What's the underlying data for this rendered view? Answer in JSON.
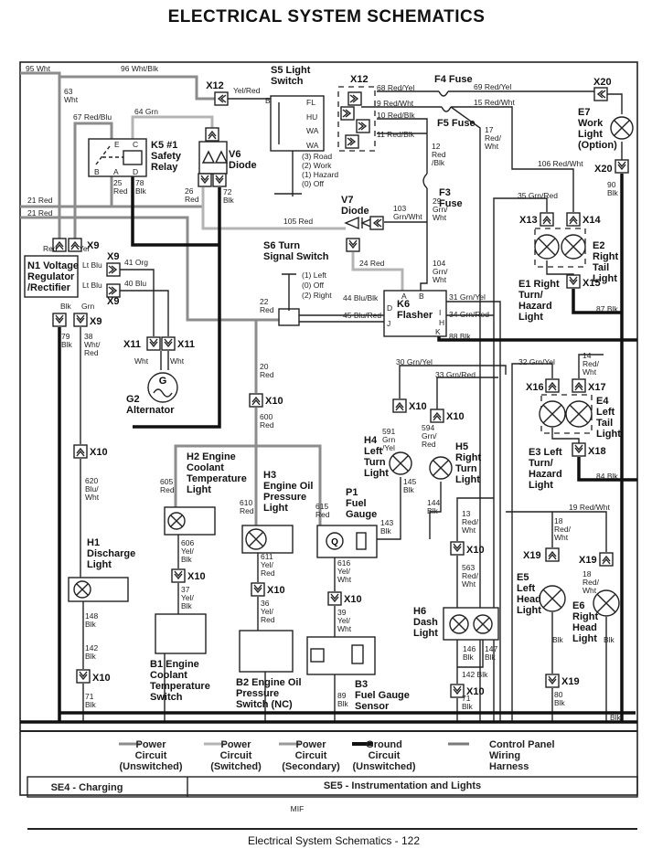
{
  "title": "ELECTRICAL   SYSTEM SCHEMATICS",
  "footer": "Electrical   System Schematics  - 122",
  "mif": "MIF",
  "sections": [
    "SE4 - Charging",
    "SE5 - Instrumentation and Lights"
  ],
  "legend": [
    {
      "lines": [
        "Power",
        "Circuit",
        "(Unswitched)"
      ],
      "color": "#8c8c8c"
    },
    {
      "lines": [
        "Power",
        "Circuit",
        "(Switched)"
      ],
      "color": "#b4b4b4"
    },
    {
      "lines": [
        "Power",
        "Circuit",
        "(Secondary)"
      ],
      "color": "#9a9a9a"
    },
    {
      "lines": [
        "Ground",
        "Circuit",
        "(Unswitched)"
      ],
      "color": "#111111"
    },
    {
      "lines": [
        "Control Panel",
        "Wiring",
        "Harness"
      ],
      "color": "#7a7a7a"
    }
  ],
  "components": {
    "s5": [
      "S5 Light",
      "Switch"
    ],
    "k5": [
      "K5 #1",
      "Safety",
      "Relay"
    ],
    "v6": [
      "V6",
      "Diode"
    ],
    "n1": [
      "N1 Voltage",
      "Regulator",
      "/Rectifier"
    ],
    "v7": [
      "V7",
      "Diode"
    ],
    "s6": [
      "S6 Turn",
      "Signal Switch"
    ],
    "k6": [
      "K6",
      "Flasher"
    ],
    "f4": "F4 Fuse",
    "f5": "F5 Fuse",
    "f3": [
      "F3",
      "Fuse"
    ],
    "e7": [
      "E7",
      "Work",
      "Light",
      "(Option)"
    ],
    "e2": [
      "E2",
      "Right",
      "Tail",
      "Light"
    ],
    "e1": [
      "E1 Right",
      "Turn/",
      "Hazard",
      "Light"
    ],
    "e4": [
      "E4",
      "Left",
      "Tail",
      "Light"
    ],
    "e3": [
      "E3 Left",
      "Turn/",
      "Hazard",
      "Light"
    ],
    "g2": [
      "G2",
      "Alternator"
    ],
    "h1": [
      "H1",
      "Discharge",
      "Light"
    ],
    "h2": [
      "H2 Engine",
      "Coolant",
      "Temperature",
      "Light"
    ],
    "h3": [
      "H3",
      "Engine Oil",
      "Pressure",
      "Light"
    ],
    "p1": [
      "P1",
      "Fuel",
      "Gauge"
    ],
    "h4": [
      "H4",
      "Left",
      "Turn",
      "Light"
    ],
    "h5": [
      "H5",
      "Right",
      "Turn",
      "Light"
    ],
    "h6": [
      "H6",
      "Dash",
      "Light"
    ],
    "e5": [
      "E5",
      "Left",
      "Head",
      "Light"
    ],
    "e6": [
      "E6",
      "Right",
      "Head",
      "Light"
    ],
    "b1": [
      "B1 Engine",
      "Coolant",
      "Temperature",
      "Switch"
    ],
    "b2": [
      "B2 Engine Oil",
      "Pressure",
      "Switch (NC)"
    ],
    "b3": [
      "B3",
      "Fuel Gauge",
      "Sensor"
    ]
  },
  "connectors": {
    "x9": "X9",
    "x10": "X10",
    "x11": "X11",
    "x12": "X12",
    "x13": "X13",
    "x14": "X14",
    "x15": "X15",
    "x16": "X16",
    "x17": "X17",
    "x18": "X18",
    "x19": "X19",
    "x20": "X20"
  },
  "switch_positions": {
    "s5": [
      "(3) Road",
      "(2) Work",
      "(1) Hazard",
      "(0) Off"
    ],
    "s6": [
      "(1) Left",
      "(0) Off",
      "(2) Right"
    ],
    "s5_terminals": [
      "B",
      "FL",
      "HU",
      "WA",
      "WA"
    ],
    "k5_terminals": [
      "E",
      "C",
      "B",
      "A",
      "D"
    ],
    "k6_terminals": [
      "A",
      "B",
      "D",
      "J",
      "I",
      "H",
      "K"
    ]
  },
  "wires": {
    "w95": "95 Wht",
    "w96": "96 Wht/Blk",
    "w63": [
      "63",
      "Wht"
    ],
    "w67": "67 Red/Blu",
    "w64": "64 Grn",
    "yelred": "Yel/Red",
    "w25": [
      "25",
      "Red"
    ],
    "w78": [
      "78",
      "Blk"
    ],
    "w26": [
      "26",
      "Red"
    ],
    "w72": [
      "72",
      "Blk"
    ],
    "w21a": "21 Red",
    "w21b": "21 Red",
    "w105": "105 Red",
    "w103": [
      "103",
      "Grn/Wht"
    ],
    "w24": "24 Red",
    "w68": "68 Red/Yel",
    "w69": "69 Red/Yel",
    "w9": "9 Red/Wht",
    "w15": "15 Red/Wht",
    "w10": "10 Red/Blk",
    "w11": "11 Red/Blk",
    "w12": [
      "12",
      "Red",
      "/Blk"
    ],
    "w17": [
      "17",
      "Red/",
      "Wht"
    ],
    "w29": [
      "29",
      "Grn/",
      "Wht"
    ],
    "w104": [
      "104",
      "Grn/",
      "Wht"
    ],
    "w106": "106 Red/Wht",
    "w35": "35 Grn/Red",
    "w90": [
      "90",
      "Blk"
    ],
    "w87": "87 Blk",
    "red": "Red",
    "yel": "Yel",
    "ltblu1": "Lt Blu",
    "ltblu2": "Lt Blu",
    "w41": "41 Org",
    "w40": "40 Blu",
    "blk": "Blk",
    "grn": "Grn",
    "w79": [
      "79",
      "Blk"
    ],
    "w38": [
      "38",
      "Wht/",
      "Red"
    ],
    "wht1": "Wht",
    "wht2": "Wht",
    "w22": [
      "22",
      "Red"
    ],
    "w44": "44 Blu/Blk",
    "w45": "45 Blu/Red",
    "w31": "31 Grn/Yel",
    "w34": "34 Grn/Red",
    "w88": "88 Blk",
    "w20": [
      "20",
      "Red"
    ],
    "w600": [
      "600",
      "Red"
    ],
    "w30": "30 Grn/Yel",
    "w33": "33 Grn/Red",
    "w32": "32 Grn/Yel",
    "w14": [
      "14",
      "Red/",
      "Wht"
    ],
    "w84": "84 Blk",
    "w620": [
      "620",
      "Blu/",
      "Wht"
    ],
    "w591": [
      "591",
      "Grn",
      "/Yel"
    ],
    "w594": [
      "594",
      "Grn/",
      "Red"
    ],
    "w605": [
      "605",
      "Red"
    ],
    "w610": [
      "610",
      "Red"
    ],
    "w615": [
      "615",
      "Red"
    ],
    "w145": [
      "145",
      "Blk"
    ],
    "w144": [
      "144",
      "Blk"
    ],
    "w143": [
      "143",
      "Blk"
    ],
    "w13": [
      "13",
      "Red/",
      "Wht"
    ],
    "w19": "19 Red/Wht",
    "w18": [
      "18",
      "Red/",
      "Wht"
    ],
    "w18b": [
      "18",
      "Red/",
      "Wht"
    ],
    "w606": [
      "606",
      "Yel/",
      "Blk"
    ],
    "w611": [
      "611",
      "Yel/",
      "Red"
    ],
    "w616": [
      "616",
      "Yel/",
      "Wht"
    ],
    "w563": [
      "563",
      "Red/",
      "Wht"
    ],
    "w37": [
      "37",
      "Yel/",
      "Blk"
    ],
    "w36": [
      "36",
      "Yel/",
      "Red"
    ],
    "w39": [
      "39",
      "Yel/",
      "Wht"
    ],
    "w148": [
      "148",
      "Blk"
    ],
    "w142a": [
      "142",
      "Blk"
    ],
    "w71a": [
      "71",
      "Blk"
    ],
    "w89": [
      "89",
      "Blk"
    ],
    "w146": [
      "146",
      "Blk"
    ],
    "w147": [
      "147",
      "Blk"
    ],
    "w142b": "142 Blk",
    "w71b": [
      "71",
      "Blk"
    ],
    "w80": [
      "80",
      "Blk"
    ],
    "blk2": "Blk",
    "blk3": "Blk",
    "blk4": "Blk"
  },
  "gauge_letter": "Q",
  "alt_letter": "G"
}
